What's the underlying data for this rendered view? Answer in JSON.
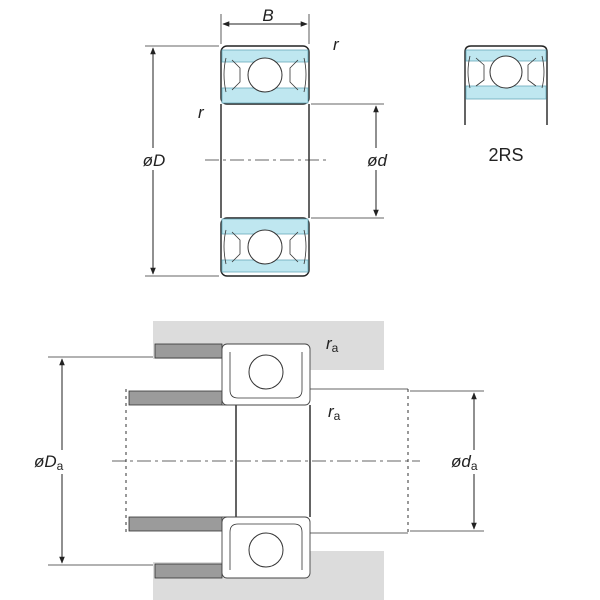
{
  "labels": {
    "B": "B",
    "r_top": "r",
    "r_left": "r",
    "D": "øD",
    "d": "ød",
    "seal_type": "2RS",
    "ra_top": "r",
    "ra_top_sub": "a",
    "ra_mid": "r",
    "ra_mid_sub": "a",
    "Da": "øD",
    "Da_sub": "a",
    "da": "ød",
    "da_sub": "a"
  },
  "colors": {
    "seal": "#bfe7f0",
    "housing": "#dcdcdc",
    "shoulder": "#9b9b9b",
    "line": "#222222"
  }
}
